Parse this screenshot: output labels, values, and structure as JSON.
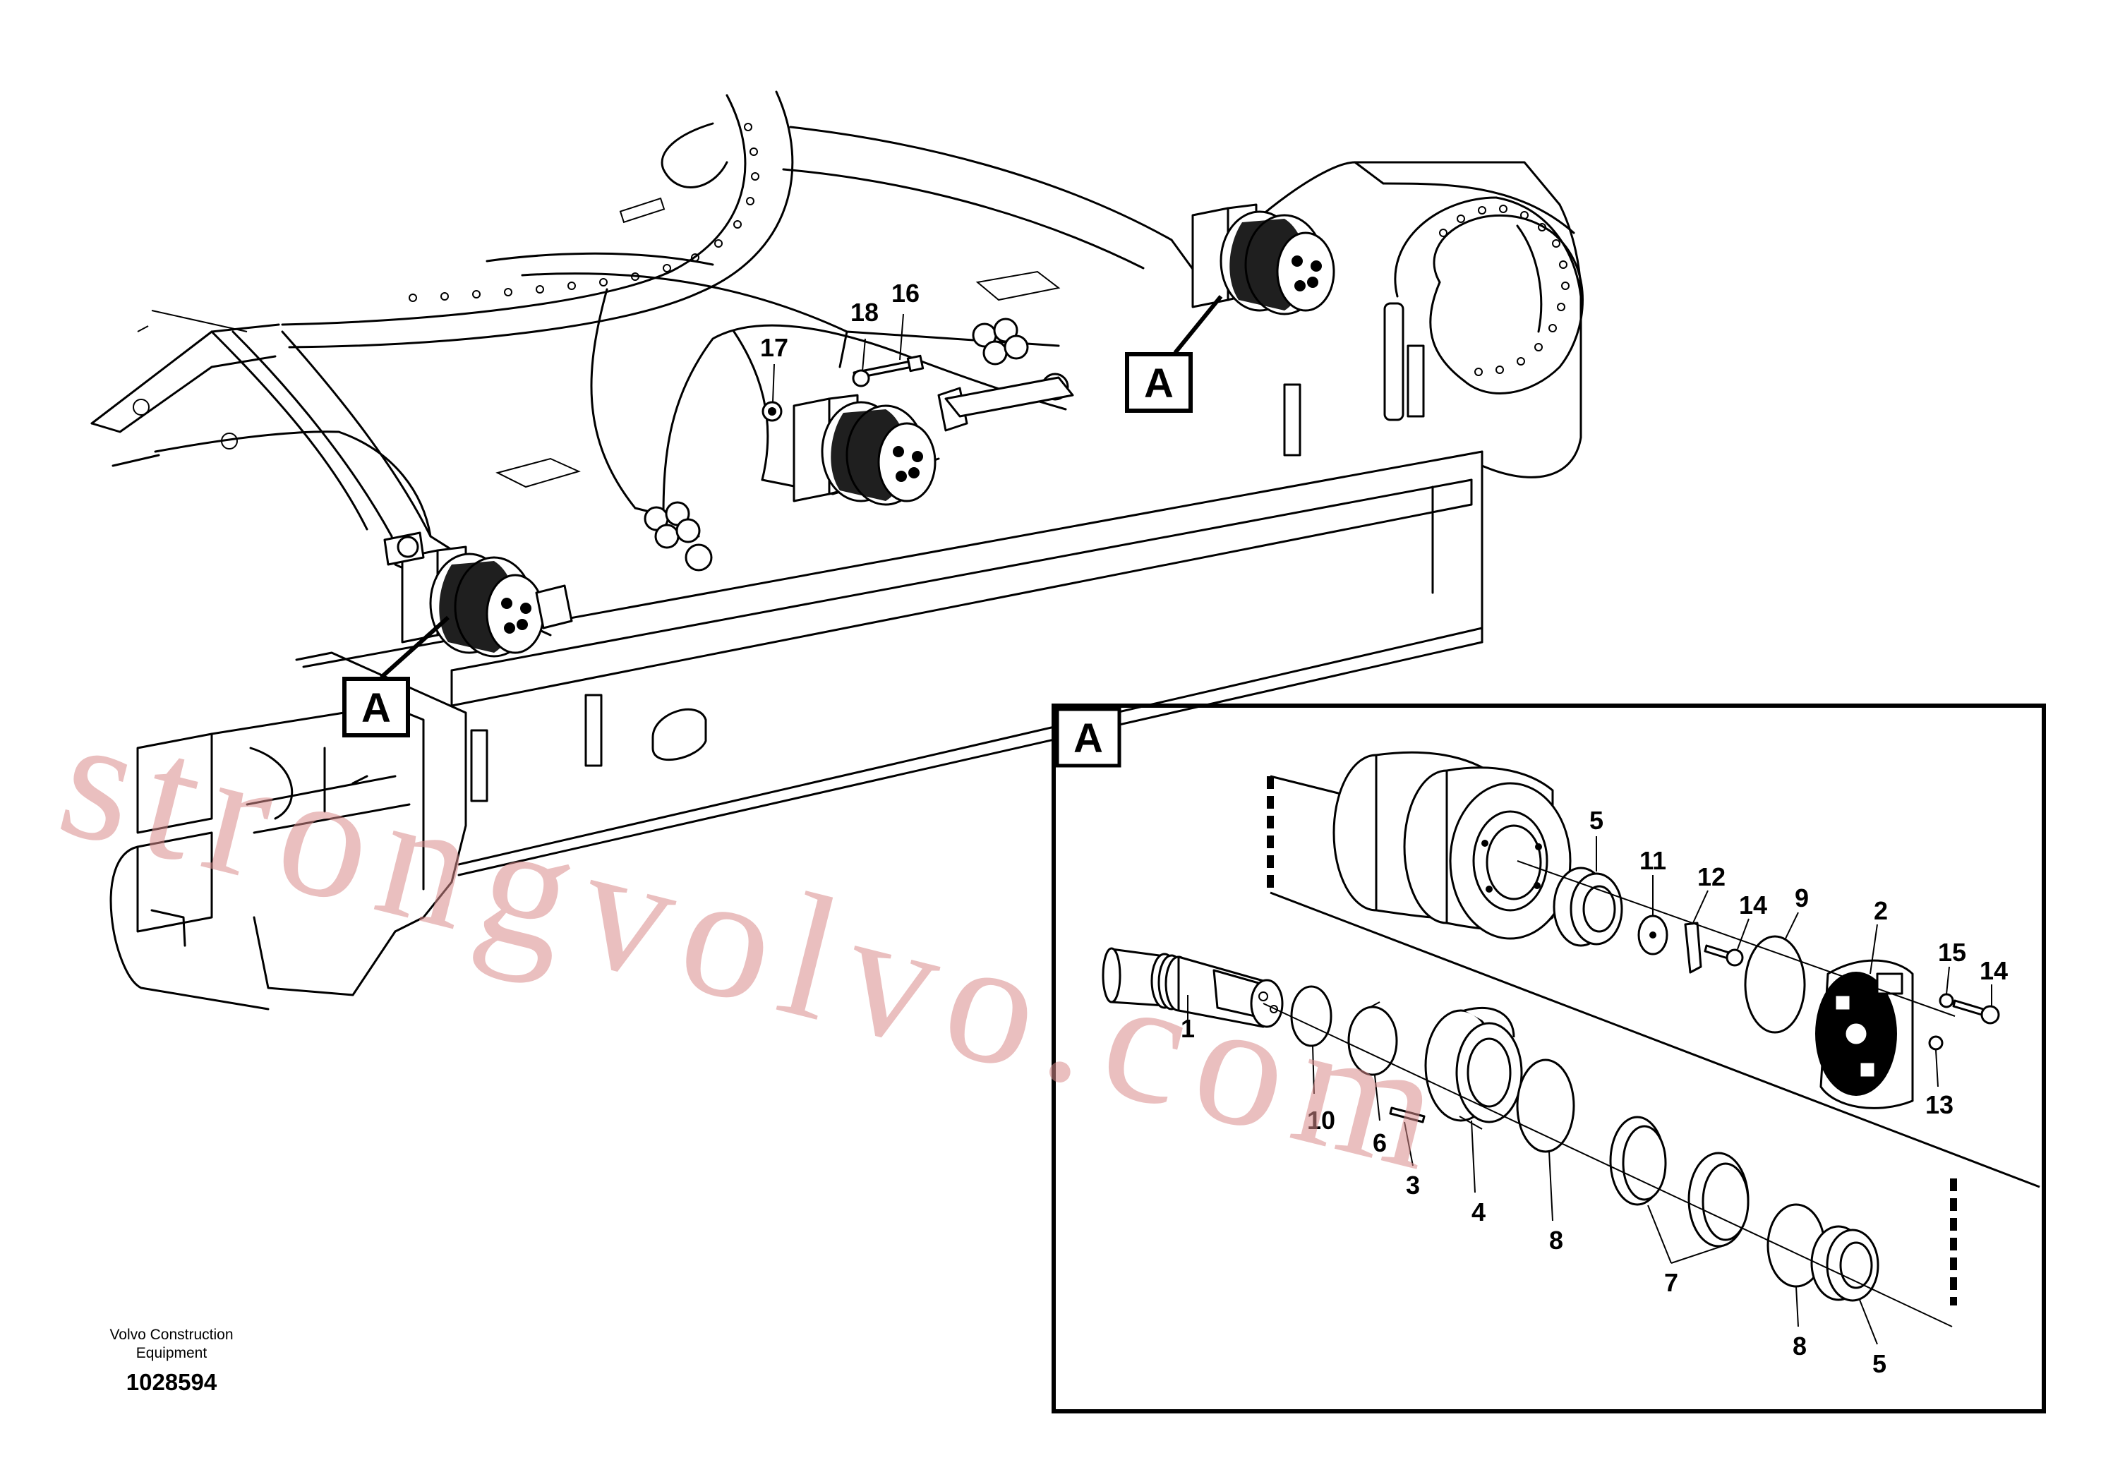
{
  "footer": {
    "company": "Volvo Construction\nEquipment",
    "company_line1": "Volvo Construction",
    "company_line2": "Equipment",
    "doc_number": "1028594"
  },
  "callouts": {
    "main": [
      "A",
      "A"
    ],
    "detail_box": "A"
  },
  "main_labels": {
    "l16": "16",
    "l17": "17",
    "l18": "18"
  },
  "detail_labels": {
    "l1": "1",
    "l2": "2",
    "l3": "3",
    "l4": "4",
    "l5a": "5",
    "l5b": "5",
    "l6": "6",
    "l7": "7",
    "l8a": "8",
    "l8b": "8",
    "l9": "9",
    "l10": "10",
    "l11": "11",
    "l12": "12",
    "l13": "13",
    "l14a": "14",
    "l14b": "14",
    "l15": "15"
  },
  "watermark": "strongvolvo.com",
  "colors": {
    "line": "#000000",
    "background": "#ffffff",
    "watermark": "#d98a8a"
  }
}
